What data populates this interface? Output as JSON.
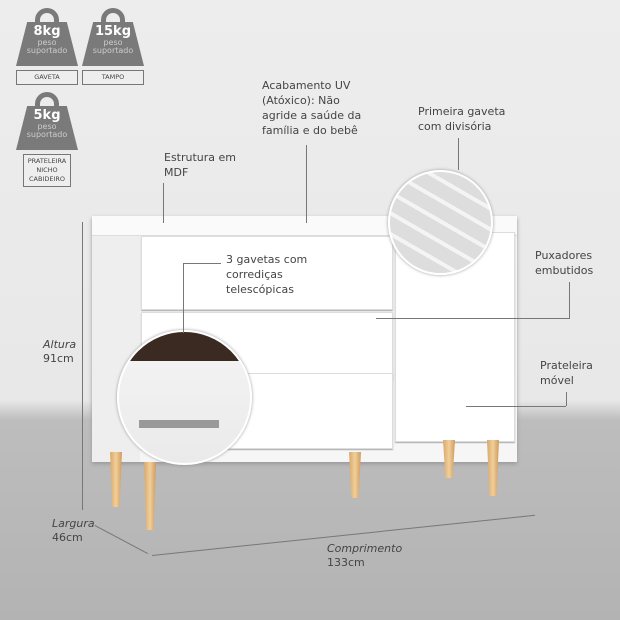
{
  "weights": [
    {
      "value": "8kg",
      "caption": "peso suportado",
      "tag": "GAVETA"
    },
    {
      "value": "15kg",
      "caption": "peso suportado",
      "tag": "TAMPO"
    },
    {
      "value": "5kg",
      "caption": "peso suportado",
      "tag": "PRATELEIRA NICHO CABIDEIRO"
    }
  ],
  "callouts": {
    "estrutura": "Estrutura em MDF",
    "acabamento": "Acabamento UV (Atóxico): Não agride a saúde da família e do bebê",
    "primeira_gaveta": "Primeira gaveta com divisória",
    "gavetas": "3 gavetas com corrediças telescópicas",
    "puxadores": "Puxadores embutidos",
    "prateleira": "Prateleira móvel"
  },
  "dimensions": {
    "altura_label": "Altura",
    "altura_value": "91cm",
    "largura_label": "Largura",
    "largura_value": "46cm",
    "comprimento_label": "Comprimento",
    "comprimento_value": "133cm"
  }
}
